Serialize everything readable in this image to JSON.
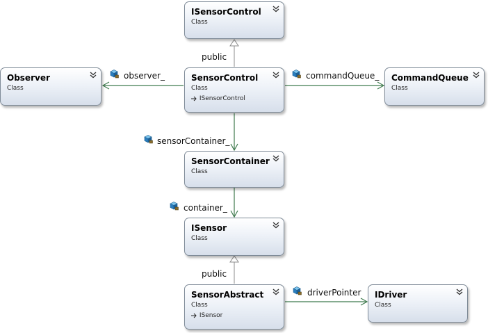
{
  "classes": {
    "isensorcontrol": {
      "name": "ISensorControl",
      "stereotype": "Class"
    },
    "observer": {
      "name": "Observer",
      "stereotype": "Class"
    },
    "sensorcontrol": {
      "name": "SensorControl",
      "stereotype": "Class",
      "inherits": "ISensorControl"
    },
    "commandqueue": {
      "name": "CommandQueue",
      "stereotype": "Class"
    },
    "sensorcontainer": {
      "name": "SensorContainer",
      "stereotype": "Class"
    },
    "isensor": {
      "name": "ISensor",
      "stereotype": "Class"
    },
    "sensorabstract": {
      "name": "SensorAbstract",
      "stereotype": "Class",
      "inherits": "ISensor"
    },
    "idriver": {
      "name": "IDriver",
      "stereotype": "Class"
    }
  },
  "labels": {
    "public_top": "public",
    "public_bottom": "public",
    "observer": "observer_",
    "command_queue": "commandQueue_",
    "sensor_container": "sensorContainer_",
    "container": "container_",
    "driver_pointer": "driverPointer"
  },
  "icons": {
    "collapse": "double-chevron-up-icon",
    "field": "protected-field-icon",
    "inherit": "inheritance-arrow-icon"
  },
  "colors": {
    "association_line": "#3f7a4e",
    "inheritance_line": "#8c8c8c",
    "box_border": "#7f8b98"
  }
}
